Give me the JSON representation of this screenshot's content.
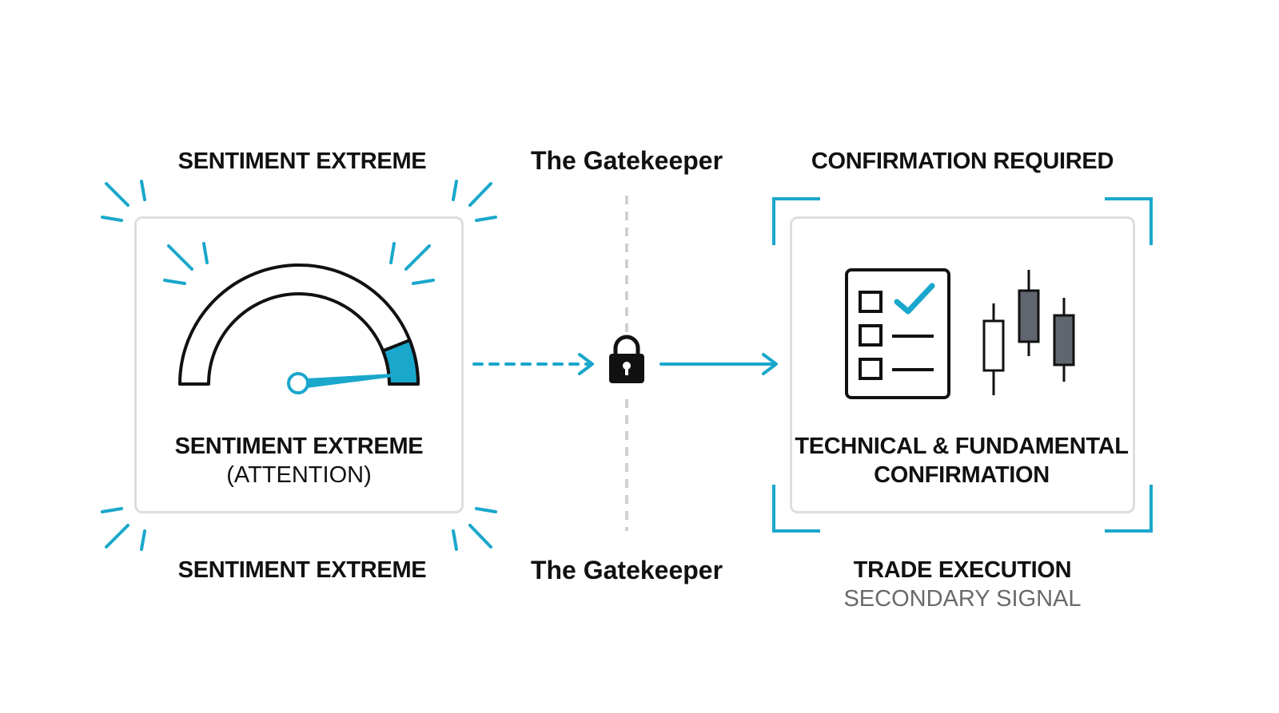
{
  "colors": {
    "accent": "#1aa7cc",
    "ink": "#111111",
    "card_border": "#dedede",
    "divider": "#d0d0d0",
    "candle_dark": "#606570",
    "muted_text": "#6a6a6a"
  },
  "left": {
    "top_label": "SENTIMENT EXTREME",
    "card_title": "SENTIMENT EXTREME",
    "card_subtitle": "(ATTENTION)",
    "bottom_label": "SENTIMENT EXTREME",
    "icon": "gauge-icon",
    "gauge_level": 0.88
  },
  "middle": {
    "top_label": "The Gatekeeper",
    "bottom_label": "The Gatekeeper",
    "icon": "lock-icon"
  },
  "right": {
    "top_label": "CONFIRMATION REQUIRED",
    "card_title_line1": "TECHNICAL & FUNDAMENTAL",
    "card_title_line2": "CONFIRMATION",
    "bottom_label": "TRADE EXECUTION",
    "bottom_sublabel": "SECONDARY SIGNAL",
    "icons": [
      "checklist-icon",
      "candlestick-chart-icon"
    ]
  }
}
